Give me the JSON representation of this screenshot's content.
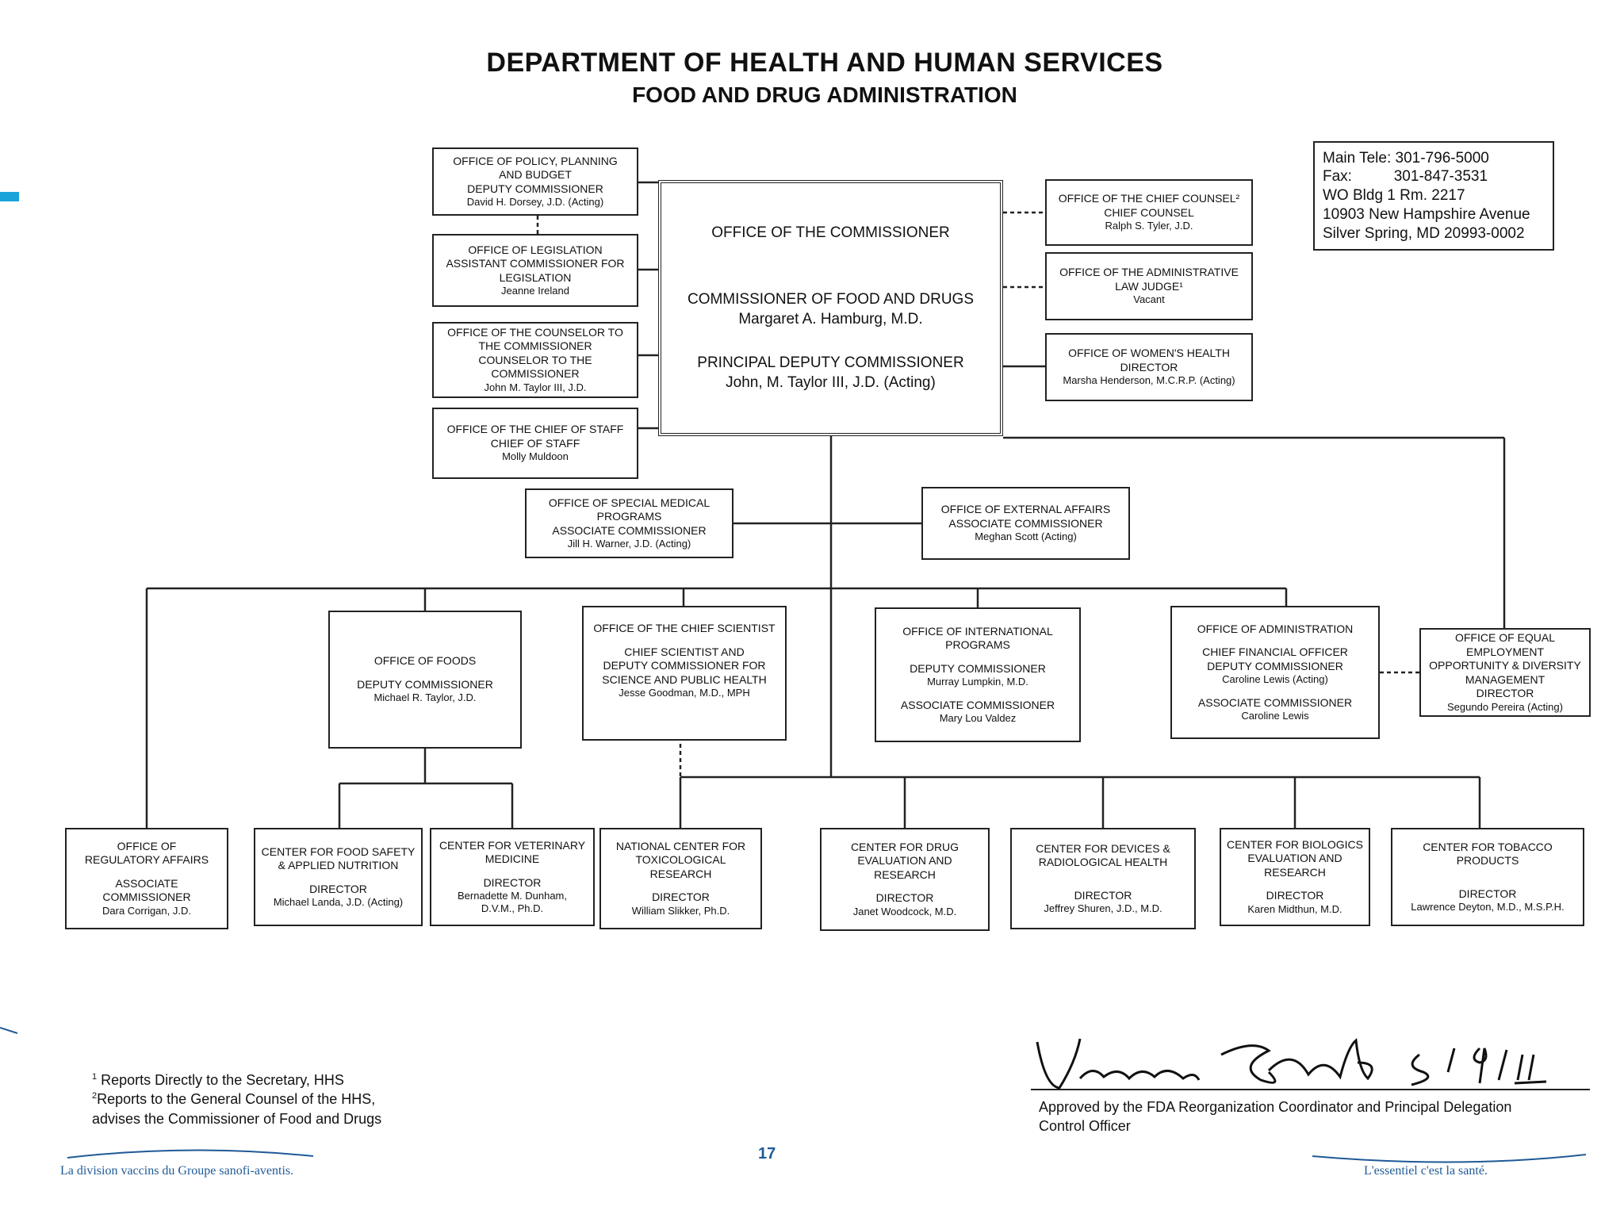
{
  "header": {
    "title": "DEPARTMENT OF HEALTH AND HUMAN SERVICES",
    "subtitle": "FOOD AND DRUG ADMINISTRATION"
  },
  "contact": {
    "lines": [
      "Main Tele: 301-796-5000",
      "Fax:          301-847-3531",
      "WO Bldg 1 Rm. 2217",
      "10903 New Hampshire Avenue",
      "Silver Spring, MD 20993-0002"
    ]
  },
  "commissioner": {
    "office": "OFFICE OF THE COMMISSIONER",
    "title1": "COMMISSIONER OF FOOD AND DRUGS",
    "name1": "Margaret A. Hamburg, M.D.",
    "title2": "PRINCIPAL DEPUTY COMMISSIONER",
    "name2": "John, M. Taylor III, J.D. (Acting)"
  },
  "left_staff": [
    {
      "lines": [
        "OFFICE OF POLICY, PLANNING",
        "AND BUDGET",
        "DEPUTY COMMISSIONER"
      ],
      "name": "David H. Dorsey, J.D. (Acting)"
    },
    {
      "lines": [
        "OFFICE OF LEGISLATION",
        "ASSISTANT COMMISSIONER FOR",
        "LEGISLATION"
      ],
      "name": "Jeanne  Ireland"
    },
    {
      "lines": [
        "OFFICE OF THE COUNSELOR TO",
        "THE COMMISSIONER",
        "COUNSELOR TO THE",
        "COMMISSIONER"
      ],
      "name": "John M. Taylor III, J.D."
    },
    {
      "lines": [
        "OFFICE OF THE CHIEF OF STAFF",
        "CHIEF OF STAFF"
      ],
      "name": "Molly Muldoon"
    }
  ],
  "right_staff": [
    {
      "lines": [
        "OFFICE OF THE CHIEF COUNSEL²",
        "CHIEF COUNSEL"
      ],
      "name": "Ralph S. Tyler, J.D."
    },
    {
      "lines": [
        "OFFICE OF THE ADMINISTRATIVE",
        "LAW JUDGE¹"
      ],
      "name": "Vacant"
    },
    {
      "lines": [
        "OFFICE OF WOMEN'S HEALTH",
        "DIRECTOR"
      ],
      "name": "Marsha Henderson, M.C.R.P. (Acting)"
    }
  ],
  "middle": [
    {
      "lines": [
        "OFFICE OF SPECIAL MEDICAL",
        "PROGRAMS",
        "ASSOCIATE COMMISSIONER"
      ],
      "name": "Jill H. Warner, J.D.  (Acting)"
    },
    {
      "lines": [
        "OFFICE OF EXTERNAL AFFAIRS",
        "ASSOCIATE COMMISSIONER"
      ],
      "name": "Meghan Scott (Acting)"
    }
  ],
  "tier2": {
    "foods": {
      "office": "OFFICE OF FOODS",
      "title": "DEPUTY COMMISSIONER",
      "name": "Michael R. Taylor, J.D."
    },
    "science": {
      "office": "OFFICE OF THE CHIEF SCIENTIST",
      "title": [
        "CHIEF SCIENTIST AND",
        "DEPUTY COMMISSIONER FOR",
        "SCIENCE AND PUBLIC HEALTH"
      ],
      "name": "Jesse Goodman, M.D., MPH"
    },
    "intl": {
      "office": [
        "OFFICE OF INTERNATIONAL",
        "PROGRAMS"
      ],
      "title": "DEPUTY COMMISSIONER",
      "name": "Murray Lumpkin, M.D.",
      "title2": "ASSOCIATE COMMISSIONER",
      "name2": "Mary Lou Valdez"
    },
    "admin": {
      "office": "OFFICE OF ADMINISTRATION",
      "title": [
        "CHIEF FINANCIAL OFFICER",
        "DEPUTY COMMISSIONER"
      ],
      "name": "Caroline Lewis (Acting)",
      "title2": "ASSOCIATE COMMISSIONER",
      "name2": "Caroline Lewis"
    },
    "eeo": {
      "lines": [
        "OFFICE OF EQUAL",
        "EMPLOYMENT",
        "OPPORTUNITY & DIVERSITY",
        "MANAGEMENT",
        "DIRECTOR"
      ],
      "name": "Segundo Pereira (Acting)"
    }
  },
  "centers": [
    {
      "office": [
        "OFFICE OF",
        "REGULATORY AFFAIRS"
      ],
      "title": [
        "ASSOCIATE",
        "COMMISSIONER"
      ],
      "name": "Dara Corrigan, J.D."
    },
    {
      "office": [
        "CENTER FOR FOOD SAFETY",
        "& APPLIED NUTRITION"
      ],
      "title": [
        "DIRECTOR"
      ],
      "name": "Michael Landa, J.D. (Acting)"
    },
    {
      "office": [
        "CENTER FOR VETERINARY",
        "MEDICINE"
      ],
      "title": [
        "DIRECTOR"
      ],
      "name": "Bernadette M. Dunham,",
      "name_b": "D.V.M., Ph.D."
    },
    {
      "office": [
        "NATIONAL CENTER FOR",
        "TOXICOLOGICAL",
        "RESEARCH"
      ],
      "title": [
        "DIRECTOR"
      ],
      "name": "William Slikker, Ph.D."
    },
    {
      "office": [
        "CENTER FOR DRUG",
        "EVALUATION AND",
        "RESEARCH"
      ],
      "title": [
        "DIRECTOR"
      ],
      "name": "Janet Woodcock, M.D."
    },
    {
      "office": [
        "CENTER FOR DEVICES &",
        "RADIOLOGICAL HEALTH"
      ],
      "title": [
        "DIRECTOR"
      ],
      "name": "Jeffrey Shuren, J.D., M.D."
    },
    {
      "office": [
        "CENTER FOR BIOLOGICS",
        "EVALUATION AND",
        "RESEARCH"
      ],
      "title": [
        "DIRECTOR"
      ],
      "name": "Karen Midthun, M.D."
    },
    {
      "office": [
        "CENTER FOR TOBACCO",
        "PRODUCTS"
      ],
      "title": [
        "DIRECTOR"
      ],
      "name": "Lawrence Deyton, M.D., M.S.P.H."
    }
  ],
  "footnotes": {
    "n1": "1",
    "f1": "Reports Directly to the Secretary, HHS",
    "n2": "2",
    "f2": "Reports to the General Counsel of the HHS,",
    "f2b": "advises the Commissioner of Food and Drugs"
  },
  "approval": {
    "signature": "Vanessa Stanko",
    "date": "5/9/11",
    "text": "Approved by the FDA Reorganization Coordinator and Principal Delegation",
    "text_b": "Control Officer"
  },
  "page_number": "17",
  "branding": {
    "left": "La division vaccins du Groupe sanofi-aventis.",
    "right": "L'essentiel c'est la santé.",
    "color": "#1f5a96"
  }
}
